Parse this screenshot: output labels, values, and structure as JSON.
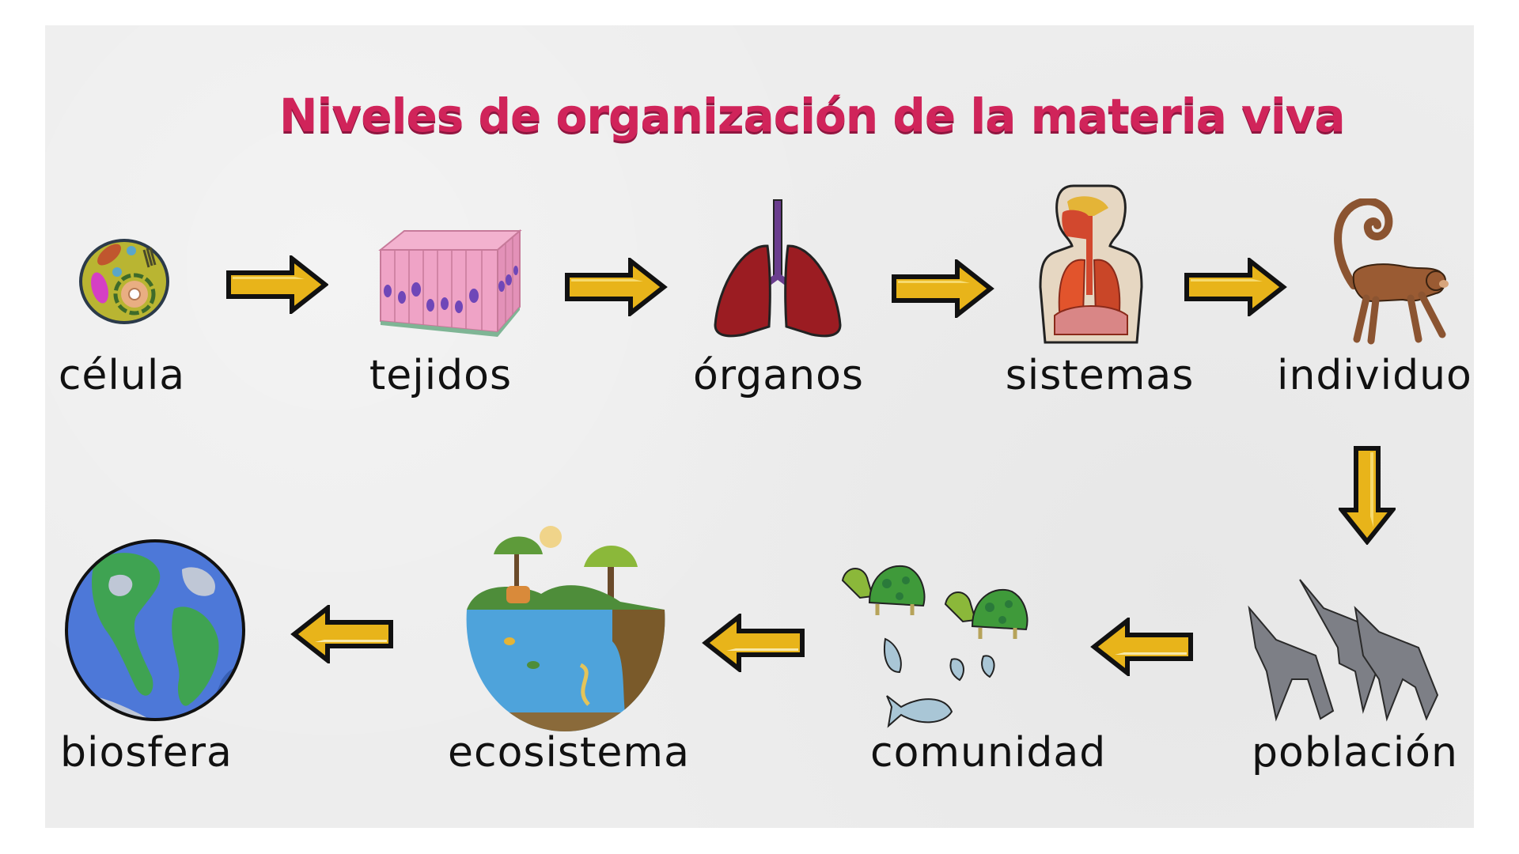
{
  "title": "Niveles de organización de la materia viva",
  "colors": {
    "title": "#D0245A",
    "arrow_fill": "#E8B41A",
    "arrow_highlight": "#F6DA6E",
    "arrow_outline": "#111111",
    "background": "#EDEDED"
  },
  "levels": [
    {
      "order": 1,
      "label": "célula",
      "icon": "cell-icon"
    },
    {
      "order": 2,
      "label": "tejidos",
      "icon": "tissue-icon"
    },
    {
      "order": 3,
      "label": "órganos",
      "icon": "lungs-icon"
    },
    {
      "order": 4,
      "label": "sistemas",
      "icon": "respiratory-system-icon"
    },
    {
      "order": 5,
      "label": "individuo",
      "icon": "monkey-icon"
    },
    {
      "order": 6,
      "label": "población",
      "icon": "wolves-icon"
    },
    {
      "order": 7,
      "label": "comunidad",
      "icon": "turtles-fish-icon"
    },
    {
      "order": 8,
      "label": "ecosistema",
      "icon": "ecosystem-icon"
    },
    {
      "order": 9,
      "label": "biosfera",
      "icon": "earth-icon"
    }
  ],
  "flow": [
    {
      "from": "célula",
      "to": "tejidos",
      "direction": "right"
    },
    {
      "from": "tejidos",
      "to": "órganos",
      "direction": "right"
    },
    {
      "from": "órganos",
      "to": "sistemas",
      "direction": "right"
    },
    {
      "from": "sistemas",
      "to": "individuo",
      "direction": "right"
    },
    {
      "from": "individuo",
      "to": "población",
      "direction": "down"
    },
    {
      "from": "población",
      "to": "comunidad",
      "direction": "left"
    },
    {
      "from": "comunidad",
      "to": "ecosistema",
      "direction": "left"
    },
    {
      "from": "ecosistema",
      "to": "biosfera",
      "direction": "left"
    }
  ]
}
